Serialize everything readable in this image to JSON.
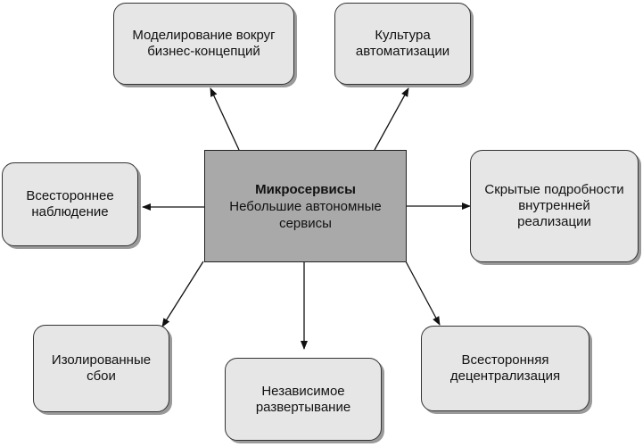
{
  "center": {
    "title": "Микросервисы",
    "subtitle_line1": "Небольшие автономные",
    "subtitle_line2": "сервисы"
  },
  "nodes": {
    "modeling": {
      "line1": "Моделирование вокруг",
      "line2": "бизнес-концепций"
    },
    "culture": {
      "line1": "Культура",
      "line2": "автоматизации"
    },
    "observation": {
      "line1": "Всестороннее",
      "line2": "наблюдение"
    },
    "hidden": {
      "line1": "Скрытые подробности",
      "line2": "внутренней",
      "line3": "реализации"
    },
    "isolated": {
      "line1": "Изолированные",
      "line2": "сбои"
    },
    "independent": {
      "line1": "Независимое",
      "line2": "развертывание"
    },
    "decentralization": {
      "line1": "Всесторонняя",
      "line2": "децентрализация"
    }
  },
  "colors": {
    "center_fill": "#a9a9a9",
    "node_fill": "#e6e6e6",
    "shadow": "#9a9a9a",
    "stroke": "#222222"
  }
}
